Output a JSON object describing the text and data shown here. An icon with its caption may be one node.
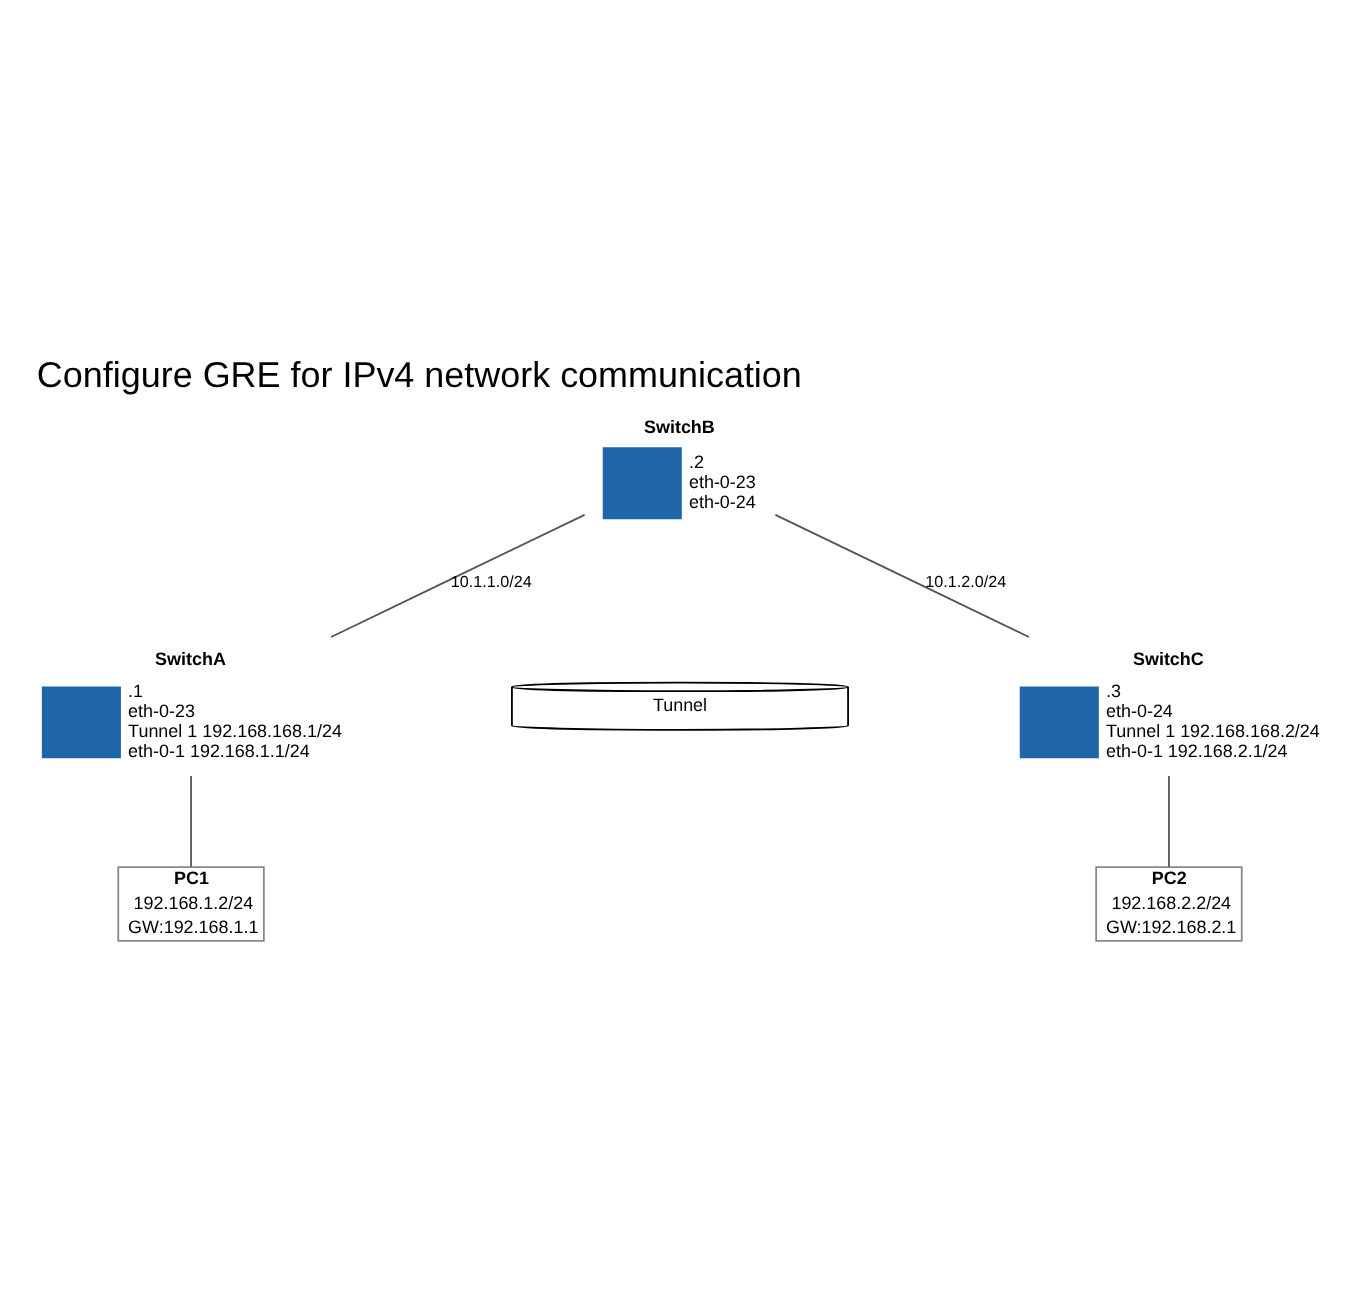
{
  "diagram": {
    "title": "Configure GRE for IPv4 network communication",
    "nodes": [
      {
        "text": [
          "SwitchB"
        ],
        "beside": [
          ".2",
          "eth-0-23",
          "eth-0-24"
        ]
      },
      {
        "text": [
          "SwitchA"
        ],
        "beside": [
          ".1",
          "eth-0-23",
          "Tunnel 1 192.168.168.1/24",
          "eth-0-1 192.168.1.1/24"
        ]
      },
      {
        "text": [
          "Tunnel"
        ]
      },
      {
        "text": [
          "SwitchC"
        ],
        "beside": [
          ".3",
          "eth-0-24",
          "Tunnel 1 192.168.168.2/24",
          "eth-0-1 192.168.2.1/24"
        ]
      },
      {
        "text": [
          "PC1",
          "192.168.1.2/24",
          "GW:192.168.1.1"
        ]
      },
      {
        "text": [
          "PC2",
          "192.168.2.2/24",
          "GW:192.168.2.1"
        ]
      }
    ],
    "edges": [
      {
        "from": 1,
        "to": 0,
        "arrow": "none",
        "label": "10.1.1.0/24"
      },
      {
        "from": 0,
        "to": 3,
        "arrow": "none",
        "label": "10.1.2.0/24"
      },
      {
        "from": 1,
        "to": 4,
        "arrow": "none"
      },
      {
        "from": 3,
        "to": 5,
        "arrow": "none"
      }
    ]
  }
}
